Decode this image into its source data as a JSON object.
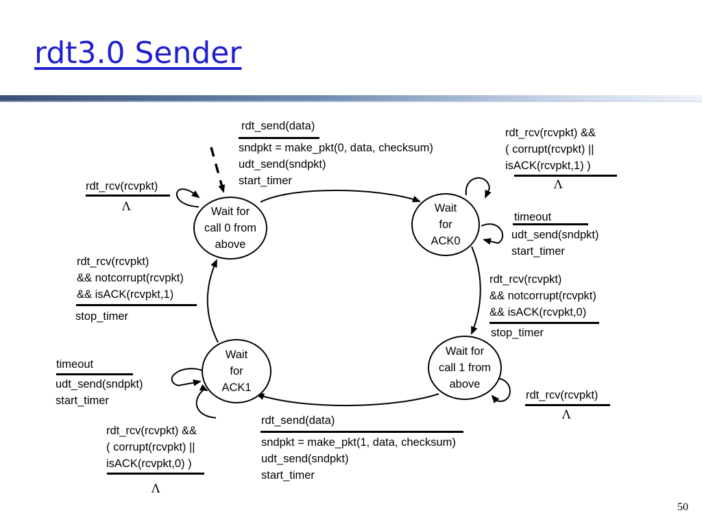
{
  "title": "rdt3.0 Sender",
  "page_number": "50",
  "states": {
    "wait_call0": {
      "lines": [
        "Wait for",
        "call 0 from",
        "above"
      ]
    },
    "wait_ack0": {
      "lines": [
        "Wait",
        "for",
        "ACK0"
      ]
    },
    "wait_call1": {
      "lines": [
        "Wait for",
        "call 1 from",
        "above"
      ]
    },
    "wait_ack1": {
      "lines": [
        "Wait",
        "for",
        "ACK1"
      ]
    }
  },
  "transitions": {
    "send0": {
      "event": "rdt_send(data)",
      "actions": [
        "sndpkt = make_pkt(0, data, checksum)",
        "udt_send(sndpkt)",
        "start_timer"
      ]
    },
    "ack0_corrupt": {
      "event": [
        "rdt_rcv(rcvpkt) &&",
        "( corrupt(rcvpkt) ||",
        "isACK(rcvpkt,1) )"
      ],
      "action": "Λ"
    },
    "ack0_timeout": {
      "event": "timeout",
      "actions": [
        "udt_send(sndpkt)",
        "start_timer"
      ]
    },
    "ack0_ok": {
      "event": [
        "rdt_rcv(rcvpkt)",
        "&& notcorrupt(rcvpkt)",
        "&& isACK(rcvpkt,0)"
      ],
      "action": "stop_timer"
    },
    "call1_rcv": {
      "event": "rdt_rcv(rcvpkt)",
      "action": "Λ"
    },
    "send1": {
      "event": "rdt_send(data)",
      "actions": [
        "sndpkt = make_pkt(1, data, checksum)",
        "udt_send(sndpkt)",
        "start_timer"
      ]
    },
    "ack1_corrupt": {
      "event": [
        "rdt_rcv(rcvpkt) &&",
        "( corrupt(rcvpkt) ||",
        "isACK(rcvpkt,0) )"
      ],
      "action": "Λ"
    },
    "ack1_timeout": {
      "event": "timeout",
      "actions": [
        "udt_send(sndpkt)",
        "start_timer"
      ]
    },
    "ack1_ok": {
      "event": [
        "rdt_rcv(rcvpkt)",
        "&& notcorrupt(rcvpkt)",
        "&& isACK(rcvpkt,1)"
      ],
      "action": "stop_timer"
    },
    "call0_rcv": {
      "event": "rdt_rcv(rcvpkt)",
      "action": "Λ"
    }
  }
}
